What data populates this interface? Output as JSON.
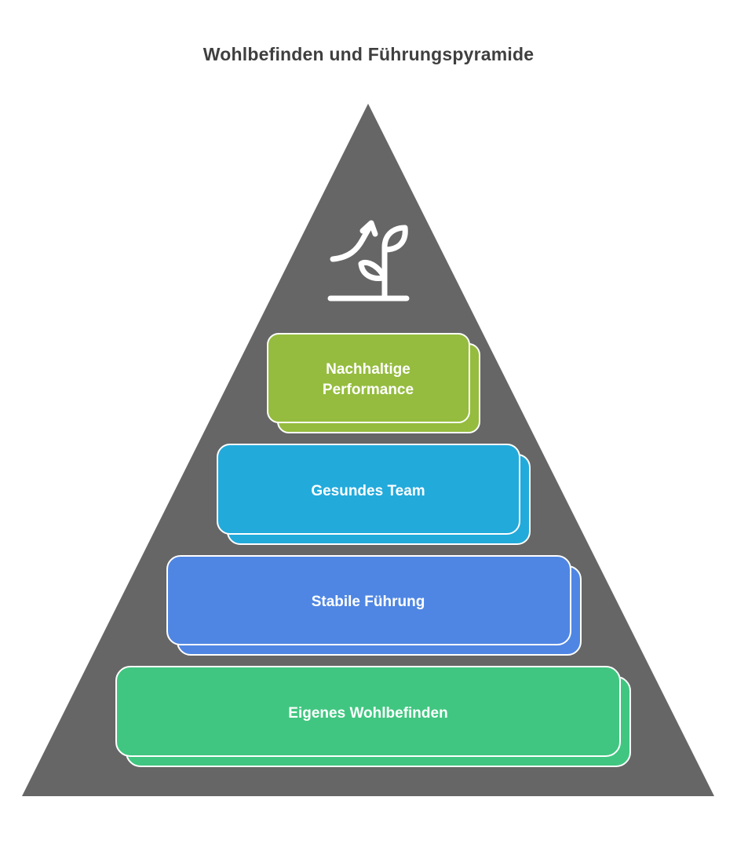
{
  "title": "Wohlbefinden und Führungspyramide",
  "icon": "growth-plant-arrow-icon",
  "colors": {
    "pyramid": "#666666",
    "nachhaltige": "#95bc3e",
    "gesundes": "#22aadb",
    "stabile": "#4f86e3",
    "eigenes": "#40c680",
    "border": "#ffffff"
  },
  "levels": [
    {
      "id": "nachhaltige",
      "lines": [
        "Nachhaltige",
        "Performance"
      ]
    },
    {
      "id": "gesundes",
      "lines": [
        "Gesundes Team"
      ]
    },
    {
      "id": "stabile",
      "lines": [
        "Stabile Führung"
      ]
    },
    {
      "id": "eigenes",
      "lines": [
        "Eigenes Wohlbefinden"
      ]
    }
  ]
}
